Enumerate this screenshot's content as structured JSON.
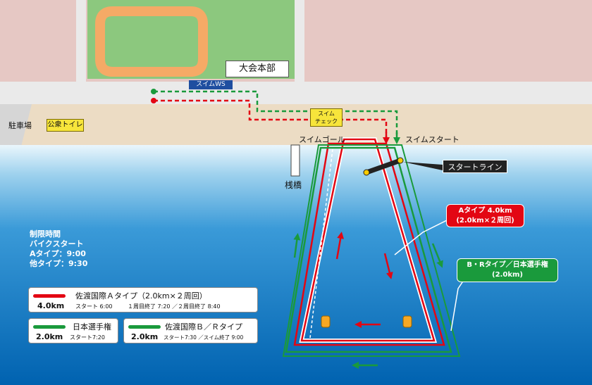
{
  "colors": {
    "red": "#e30613",
    "green": "#1a9a3c",
    "sea_top": "#eaf6fc",
    "sea_bottom": "#0067b4",
    "field": "#8cc87e",
    "track": "#f5aa66",
    "buildings": "#e6c8c4",
    "sand": "#ecdcc4",
    "road": "#eaeaea",
    "swim_ws_blue": "#1f4ea0",
    "yellow": "#f7e53b"
  },
  "labels": {
    "hq": "大会本部",
    "swim_ws": "スイムWS",
    "swim_check_1": "スイム",
    "swim_check_2": "チェック",
    "parking": "駐車場",
    "toilet": "公衆トイレ",
    "swim_goal": "スイムゴール",
    "swim_start": "スイムスタート",
    "pier": "桟橋",
    "start_line": "スタートライン",
    "a_type_line1": "Aタイプ 4.0km",
    "a_type_line2": "(2.0km×２周回)",
    "br_type_line1": "B・Rタイプ／日本選手権",
    "br_type_line2": "(2.0km)"
  },
  "time_limit": {
    "title": "制限時間",
    "bike_start": "バイクスタート",
    "a_type": "Aタイプ：9:00",
    "other_type": "他タイプ：9:30"
  },
  "legend": {
    "sado_a": {
      "name": "佐渡国際Ａタイプ（2.0km×２周回）",
      "distance": "4.0km",
      "start": "スタート 6:00",
      "laps": "１周目終了 7:20 ／２周目終了 8:40"
    },
    "japan_champ": {
      "name": "日本選手権",
      "distance": "2.0km",
      "start": "スタート7:20"
    },
    "sado_br": {
      "name": "佐渡国際Ｂ／Ｒタイプ",
      "distance": "2.0km",
      "start": "スタート7:30 ／スイム終了 9:00"
    }
  }
}
